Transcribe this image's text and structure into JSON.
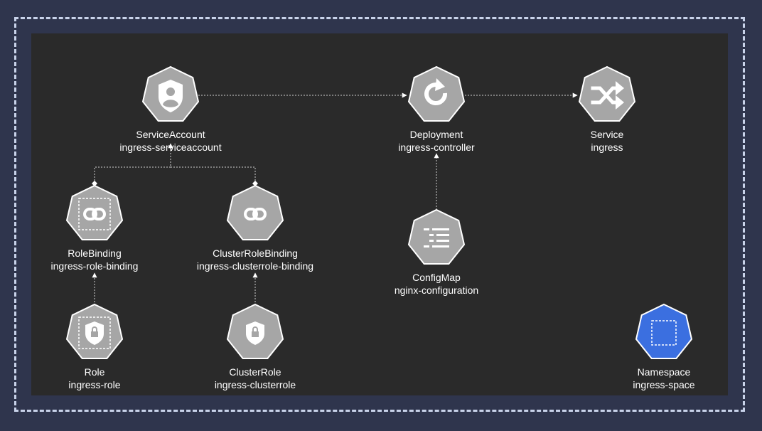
{
  "nodes": {
    "serviceaccount": {
      "kind": "ServiceAccount",
      "name": "ingress-serviceaccount",
      "icon": "user-shield-icon"
    },
    "deployment": {
      "kind": "Deployment",
      "name": "ingress-controller",
      "icon": "rotate-arrow-icon"
    },
    "service": {
      "kind": "Service",
      "name": "ingress",
      "icon": "shuffle-arrows-icon"
    },
    "rolebinding": {
      "kind": "RoleBinding",
      "name": "ingress-role-binding",
      "icon": "link-boxed-icon"
    },
    "clusterrolebinding": {
      "kind": "ClusterRoleBinding",
      "name": "ingress-clusterrole-binding",
      "icon": "link-icon"
    },
    "configmap": {
      "kind": "ConfigMap",
      "name": "nginx-configuration",
      "icon": "list-icon"
    },
    "role": {
      "kind": "Role",
      "name": "ingress-role",
      "icon": "lock-shield-boxed-icon"
    },
    "clusterrole": {
      "kind": "ClusterRole",
      "name": "ingress-clusterrole",
      "icon": "lock-shield-icon"
    },
    "namespace": {
      "kind": "Namespace",
      "name": "ingress-space",
      "icon": "dashed-square-icon"
    }
  },
  "colors": {
    "node_fill": "#a6a6a6",
    "node_stroke": "#ffffff",
    "namespace_fill": "#3b6fe0",
    "edge": "#d0d0d0",
    "canvas": "#2a2a2a",
    "background": "#2f354d",
    "frame_dash": "#c9d3ea"
  }
}
